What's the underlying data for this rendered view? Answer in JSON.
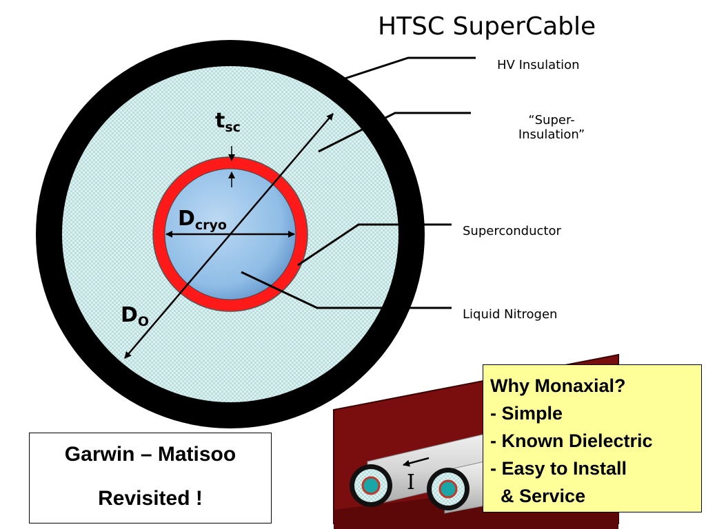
{
  "title": "HTSC SuperCable",
  "callouts": {
    "hv_insulation": "HV Insulation",
    "super_insulation_line1": "“Super-",
    "super_insulation_line2": "Insulation”",
    "superconductor": "Superconductor",
    "liquid_nitrogen": "Liquid Nitrogen"
  },
  "dimensions": {
    "t_main": "t",
    "t_sub": "sc",
    "dcryo_main": "D",
    "dcryo_sub": "cryo",
    "do_main": "D",
    "do_sub": "O"
  },
  "why_box": {
    "line1": "Why Monaxial?",
    "line2": "- Simple",
    "line3": "- Known Dielectric",
    "line4": "- Easy to Install",
    "line5": "  & Service"
  },
  "credit": {
    "line1": "Garwin – Matisoo",
    "line2": "Revisited !"
  },
  "current_label": "I",
  "colors": {
    "hv_insulation": "#000000",
    "super_insulation": "#cfe8e8",
    "superconductor": "#ff1a1a",
    "liquid_nitrogen": "#8fbde6",
    "trough": "#7a0e0e",
    "note_fill": "#ffff99"
  }
}
